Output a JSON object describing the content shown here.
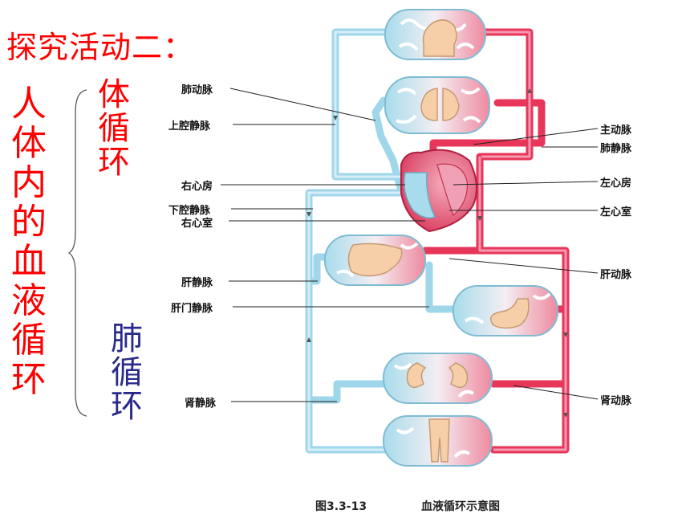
{
  "heading": "探究活动二：",
  "main_topic": [
    "人",
    "体",
    "内",
    "的",
    "血",
    "液",
    "循",
    "环"
  ],
  "systemic": [
    "体",
    "循",
    "环"
  ],
  "pulmonary": [
    "肺",
    "循",
    "环"
  ],
  "labels": {
    "pulmonary_artery": "肺动脉",
    "superior_vena_cava": "上腔静脉",
    "right_atrium": "右心房",
    "inferior_vena_cava": "下腔静脉",
    "right_ventricle": "右心室",
    "hepatic_vein": "肝静脉",
    "hepatic_portal_vein": "肝门静脉",
    "renal_vein": "肾静脉",
    "aorta": "主动脉",
    "pulmonary_vein": "肺静脉",
    "left_atrium": "左心房",
    "left_ventricle": "左心室",
    "hepatic_artery": "肝动脉",
    "renal_artery": "肾动脉"
  },
  "caption": {
    "number": "图3.3-13",
    "text": "血液循环示意图"
  },
  "colors": {
    "title_red": "#ff0000",
    "pulmonary_blue": "#2a2a8c",
    "vein_blue": "#a8dcec",
    "artery_red": "#e8365a"
  }
}
